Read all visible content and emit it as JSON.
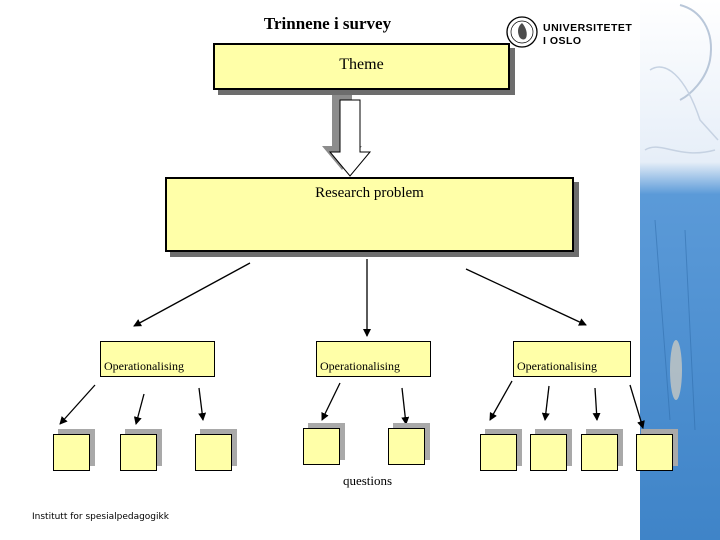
{
  "slide": {
    "title": "Trinnene i survey",
    "footer": "Institutt for spesialpedagogikk"
  },
  "logo": {
    "line1": "UNIVERSITETET",
    "line2": "I OSLO"
  },
  "diagram": {
    "theme": "Theme",
    "research_problem": "Research problem",
    "operationalising": [
      "Operationalising",
      "Operationalising",
      "Operationalising"
    ],
    "questions_label": "questions"
  },
  "colors": {
    "box_fill": "#ffffa8",
    "shadow": "#6d6d6d",
    "side_art": "#4f8fd0"
  }
}
